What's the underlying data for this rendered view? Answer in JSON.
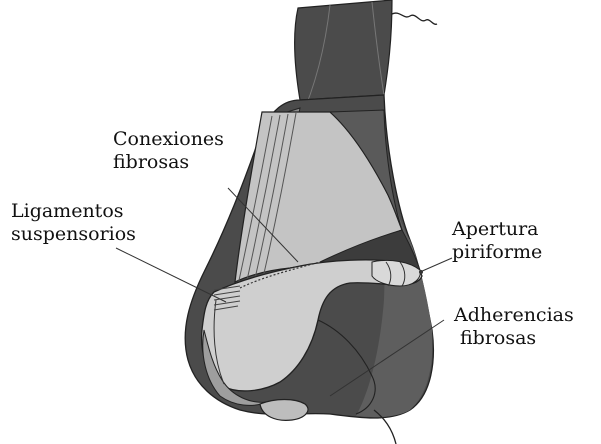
{
  "labels": {
    "conexiones": {
      "line1": "Conexiones",
      "line2": "fibrosas"
    },
    "ligamentos": {
      "line1": "Ligamentos",
      "line2": "suspensorios"
    },
    "apertura": {
      "line1": "Apertura",
      "line2": "piriforme"
    },
    "adherencias": {
      "line1": "Adherencias",
      "line2": "fibrosas"
    }
  },
  "colors": {
    "dark_skin": "#4b4b4b",
    "mid_skin": "#6f6f6f",
    "nasal_bone": "#8a8a8a",
    "upper_cartilage": "#c4c4c4",
    "lower_cartilage": "#cfcfcf",
    "outline": "#222222",
    "leader_line": "#333333",
    "background": "#ffffff"
  }
}
